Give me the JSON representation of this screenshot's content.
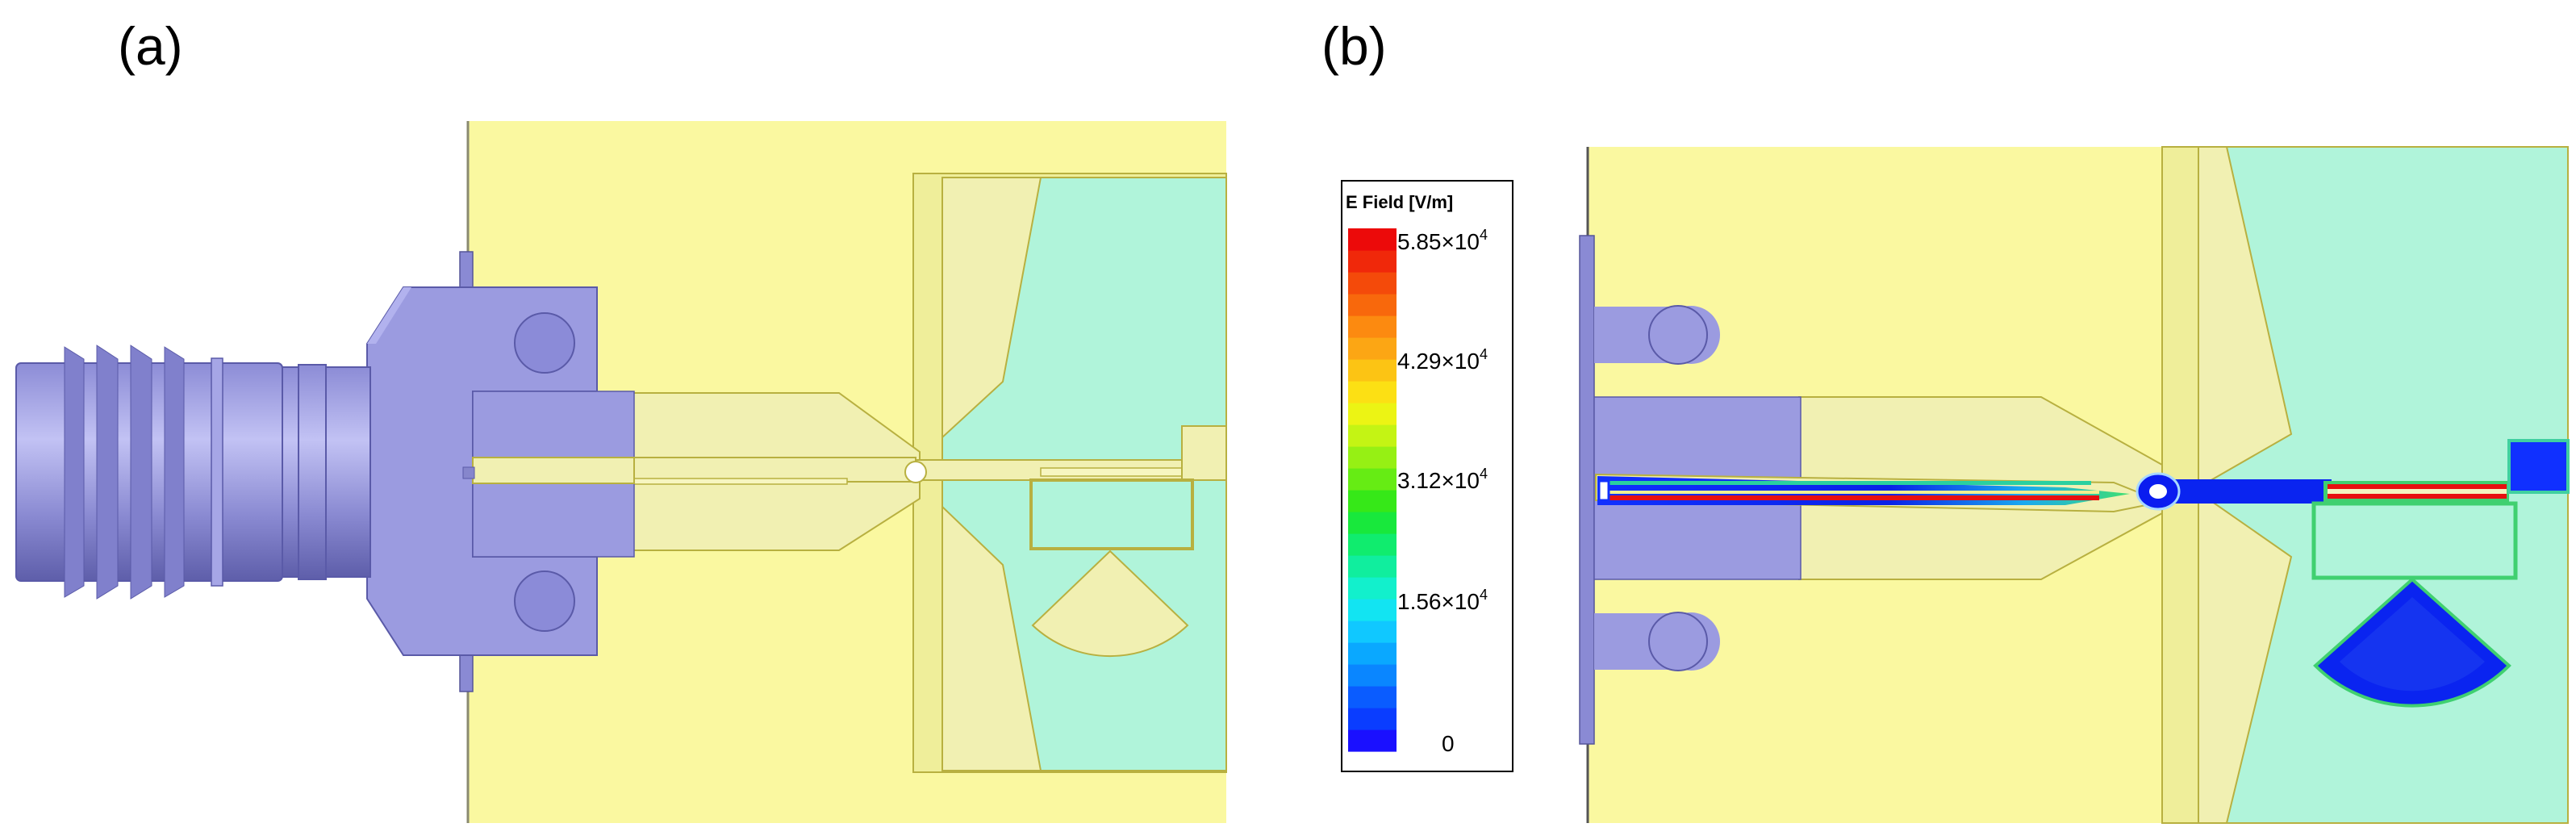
{
  "panels": [
    {
      "label": "(a)"
    },
    {
      "label": "(b)"
    }
  ],
  "legend": {
    "title": "E Field [V/m]",
    "ticks": [
      {
        "mantissa": "5.85×10",
        "exp": "4"
      },
      {
        "mantissa": "4.29×10",
        "exp": "4"
      },
      {
        "mantissa": "3.12×10",
        "exp": "4"
      },
      {
        "mantissa": "1.56×10",
        "exp": "4"
      },
      {
        "mantissa": "0",
        "exp": ""
      }
    ],
    "max_value": 58500,
    "colors_bottom_to_top": [
      "#1a10ff",
      "#0a3dff",
      "#0a5cff",
      "#0a86ff",
      "#0aa8ff",
      "#10c8ff",
      "#12e4f2",
      "#12f0cc",
      "#10ee9e",
      "#10ec6e",
      "#18e83c",
      "#36e818",
      "#66ec14",
      "#96f014",
      "#c4f414",
      "#ecf414",
      "#fce014",
      "#fcc414",
      "#fca614",
      "#fc8a10",
      "#f8680c",
      "#f44a0a",
      "#f0280a",
      "#ec0a0a"
    ]
  },
  "colors": {
    "substrate_yellow": "#faf8a0",
    "trace_pale": "#f1f0b2",
    "cavity_mint": "#b0f4da",
    "connector_purple": "#9b9be0",
    "connector_dark": "#6c6cc0",
    "outline": "#b8b040",
    "field_red": "#e81010",
    "field_blue": "#0a1cf0"
  }
}
